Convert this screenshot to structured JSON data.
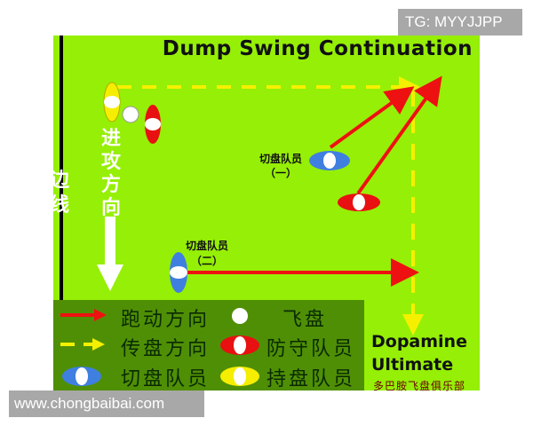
{
  "diagram": {
    "title": "Dump Swing Continuation",
    "sideline_label": "边线",
    "attack_direction_label": "进攻方向",
    "cutter_one_label": "切盘队员",
    "cutter_one_sub": "（一）",
    "cutter_two_label": "切盘队员",
    "cutter_two_sub": "（二）",
    "brand_line1": "Dopamine",
    "brand_line2": "Ultimate",
    "brand_cn": "多巴胺飞盘俱乐部",
    "colors": {
      "field": "#96ef06",
      "legend_bg": "#4f8f06",
      "run_arrow": "#ee1111",
      "pass_arrow": "#f5f000",
      "defender": "#e81010",
      "cutter": "#3f7fe0",
      "handler": "#f6ee00",
      "disc": "#ffffff"
    }
  },
  "legend": {
    "items": [
      {
        "symbol": "red-solid-arrow",
        "label": "跑动方向"
      },
      {
        "symbol": "white-disc",
        "label": "飞盘"
      },
      {
        "symbol": "yellow-dashed-arrow",
        "label": "传盘方向"
      },
      {
        "symbol": "red-ellipse",
        "label": "防守队员"
      },
      {
        "symbol": "blue-ellipse",
        "label": "切盘队员"
      },
      {
        "symbol": "yellow-ellipse",
        "label": "持盘队员"
      }
    ]
  },
  "watermarks": {
    "top_right": "TG: MYYJJPP",
    "bottom_left": "www.chongbaibai.com"
  }
}
